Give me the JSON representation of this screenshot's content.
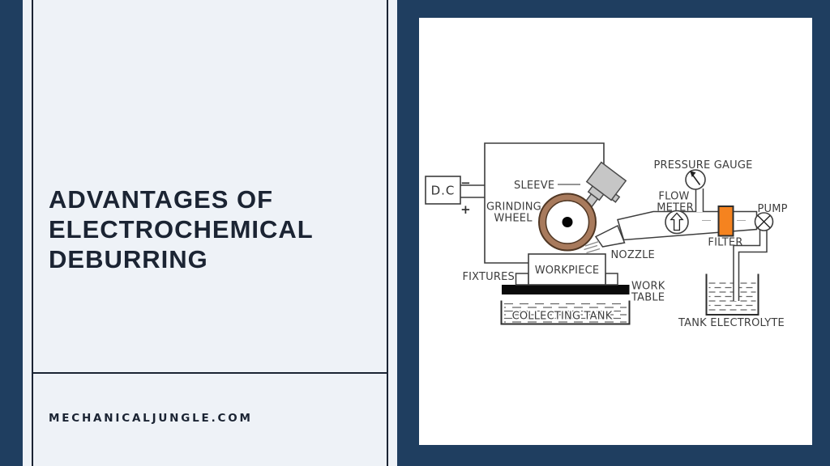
{
  "page": {
    "bg": "#eef2f7",
    "navy": "#1f3e60",
    "ink": "#1b2433"
  },
  "left_panel": {
    "title_lines": [
      "ADVANTAGES OF",
      "ELECTROCHEMICAL",
      "DEBURRING"
    ],
    "website": "MECHANICALJUNGLE.COM"
  },
  "diagram": {
    "power_supply": {
      "label": "D.C",
      "negative": "−",
      "positive": "+"
    },
    "labels": {
      "sleeve": "SLEEVE",
      "grinding_wheel": [
        "GRINDING",
        "WHEEL"
      ],
      "nozzle": "NOZZLE",
      "flow_meter": [
        "FLOW",
        "METER"
      ],
      "pressure_gauge": "PRESSURE GAUGE",
      "filter": "FILTER",
      "pump": "PUMP",
      "fixtures": "FIXTURES",
      "workpiece": "WORKPIECE",
      "work_table": [
        "WORK",
        "TABLE"
      ],
      "collecting_tank": "COLLECTING TANK",
      "tank_electrolyte": "TANK ELECTROLYTE"
    },
    "colors": {
      "filter": "#f5831f",
      "wheel_ring": "#a87a5c",
      "wheel_ring_edge": "#503724",
      "sleeve": "#c6c6c6",
      "work_table": "#0a0a0a",
      "line": "#3d3d3d"
    }
  }
}
